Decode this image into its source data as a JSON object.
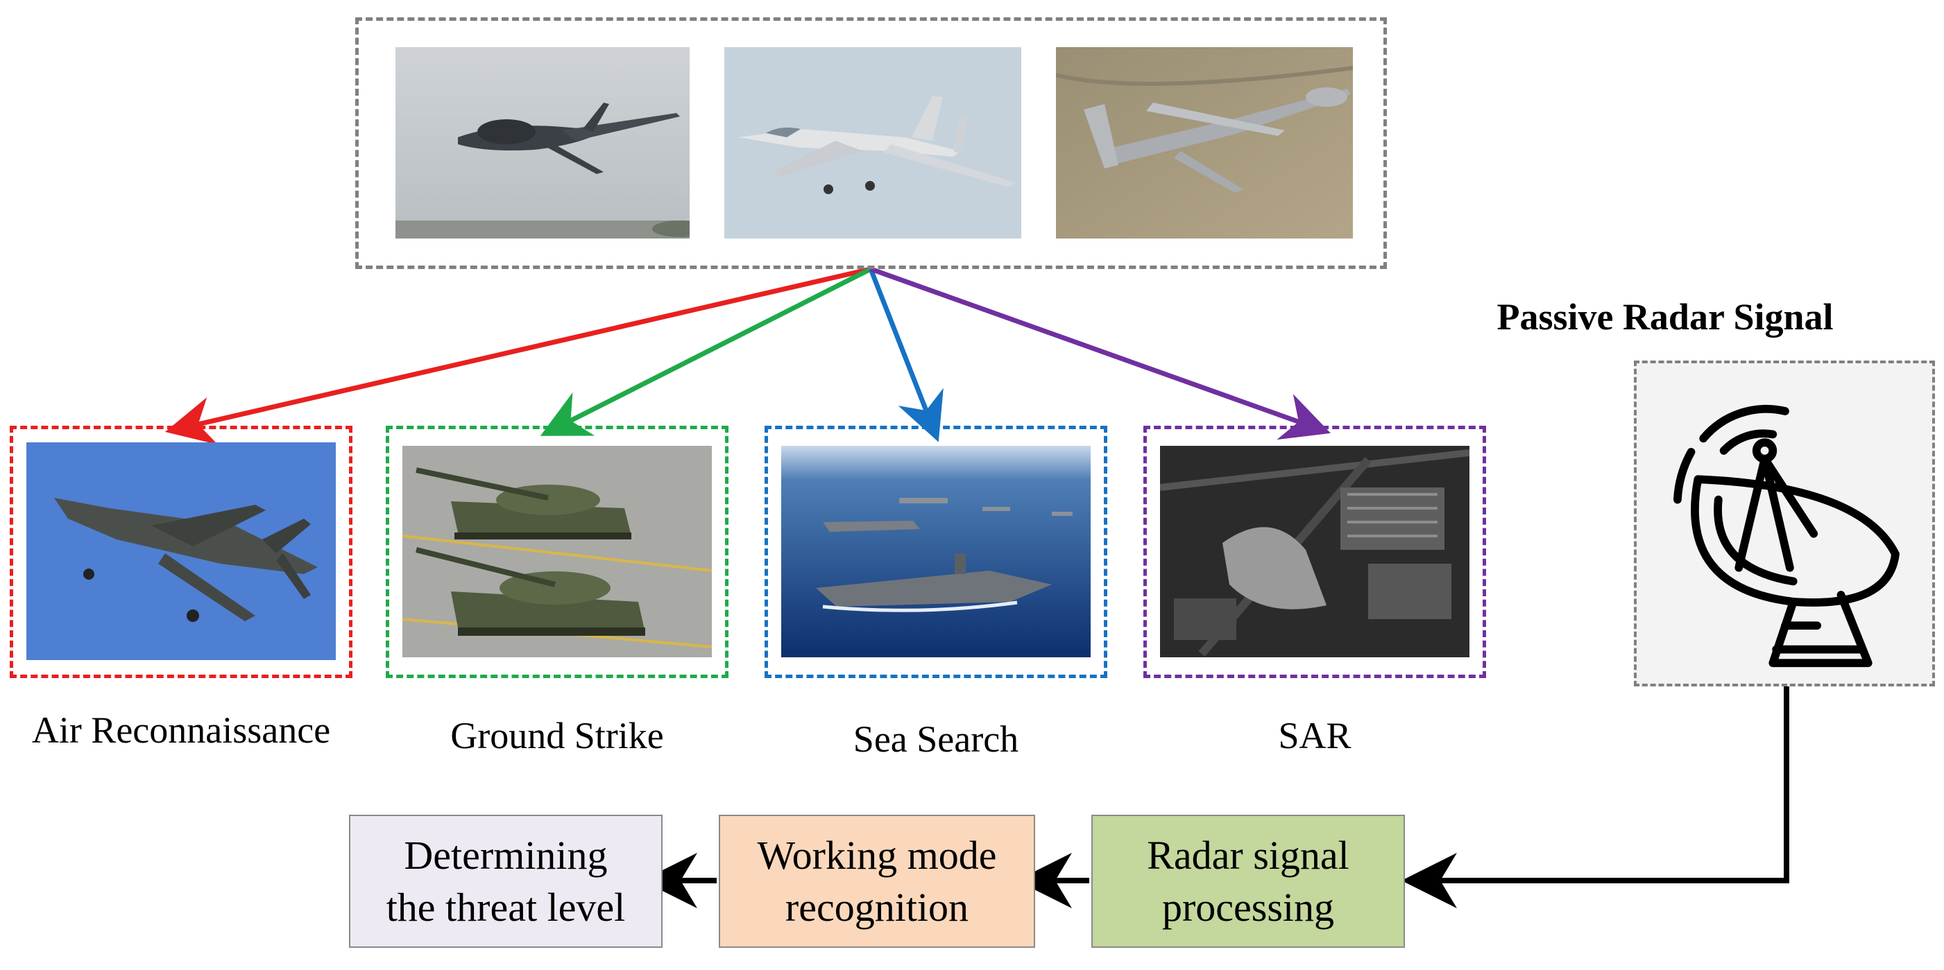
{
  "title": "Passive Radar Signal",
  "top_images": [
    {
      "name": "global-hawk-drone-photo"
    },
    {
      "name": "fighter-jet-photo"
    },
    {
      "name": "reaper-drone-photo"
    }
  ],
  "modes": [
    {
      "label": "Air Reconnaissance",
      "color": "#e8201f",
      "image": "stealth-fighter-photo"
    },
    {
      "label": "Ground Strike",
      "color": "#1faa4a",
      "image": "tanks-photo"
    },
    {
      "label": "Sea Search",
      "color": "#1672c4",
      "image": "carrier-fleet-photo"
    },
    {
      "label": "SAR",
      "color": "#7030a0",
      "image": "sar-image-photo"
    }
  ],
  "steps": [
    {
      "text": "Determining\nthe threat level",
      "fill": "#eeeaf4"
    },
    {
      "text": "Working mode\nrecognition",
      "fill": "#fbd8bc"
    },
    {
      "text": "Radar signal\nprocessing",
      "fill": "#c4d79c"
    }
  ],
  "icon": "satellite-dish-icon",
  "colors": {
    "frame": "#808080",
    "flow": "#000000"
  }
}
